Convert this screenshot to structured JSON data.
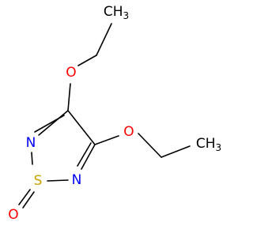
{
  "structure": {
    "atoms": {
      "methyl_top": {
        "symbol": "CH",
        "subscript": "3",
        "color": "#000000"
      },
      "o_top": {
        "symbol": "O",
        "color": "#ff0000"
      },
      "o_right": {
        "symbol": "O",
        "color": "#ff0000"
      },
      "methyl_right": {
        "symbol": "CH",
        "subscript": "3",
        "color": "#000000"
      },
      "n_left": {
        "symbol": "N",
        "color": "#0000ff"
      },
      "n_right": {
        "symbol": "N",
        "color": "#0000ff"
      },
      "s_ring": {
        "symbol": "S",
        "color": "#c8a000"
      },
      "o_sulfoxide": {
        "symbol": "O",
        "color": "#ff0000"
      }
    }
  }
}
